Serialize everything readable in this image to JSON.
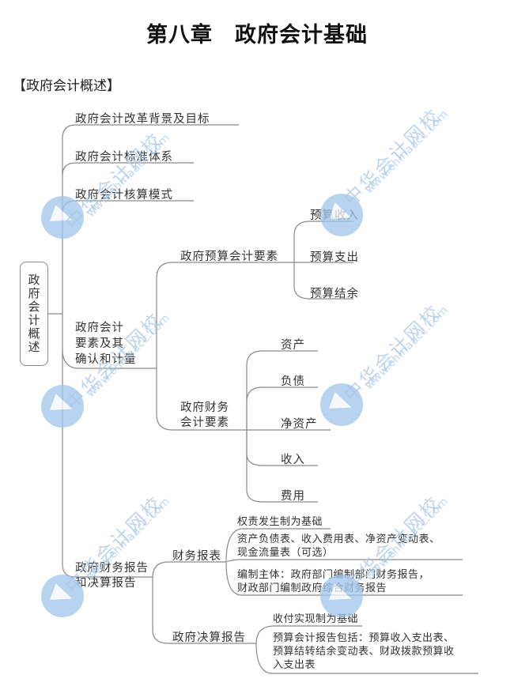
{
  "header": {
    "title": "第八章　政府会计基础",
    "section": "【政府会计概述】"
  },
  "mindmap": {
    "root": "政府会计概述",
    "branches": [
      {
        "label": "政府会计改革背景及目标"
      },
      {
        "label": "政府会计标准体系"
      },
      {
        "label": "政府会计核算模式"
      },
      {
        "label_lines": [
          "政府会计",
          "要素及其",
          "确认和计量"
        ],
        "children": [
          {
            "label": "政府预算会计要素",
            "children": [
              "预算收入",
              "预算支出",
              "预算结余"
            ]
          },
          {
            "label_lines": [
              "政府财务",
              "会计要素"
            ],
            "children": [
              "资产",
              "负债",
              "净资产",
              "收入",
              "费用"
            ]
          }
        ]
      },
      {
        "label_lines": [
          "政府财务报告",
          "和决算报告"
        ],
        "children": [
          {
            "label": "财务报表",
            "children": [
              {
                "lines": [
                  "权责发生制为基础"
                ]
              },
              {
                "lines": [
                  "资产负债表、收入费用表、净资产变动表、",
                  "现金流量表（可选）"
                ]
              },
              {
                "lines": [
                  "编制主体：政府部门编制部门财务报告，",
                  "财政部门编制政府综合财务报告"
                ]
              }
            ]
          },
          {
            "label": "政府决算报告",
            "children": [
              {
                "lines": [
                  "收付实现制为基础"
                ]
              },
              {
                "lines": [
                  "预算会计报告包括：预算收入支出表、",
                  "预算结转结余变动表、财政拨款预算收",
                  "入支出表"
                ]
              }
            ]
          }
        ]
      }
    ]
  },
  "watermark": {
    "text_cn": "中华会计网校",
    "text_url": "www.chinaacc.com",
    "color": "#9fc5ea"
  },
  "colors": {
    "line": "#8a8a8a",
    "text": "#333333"
  }
}
